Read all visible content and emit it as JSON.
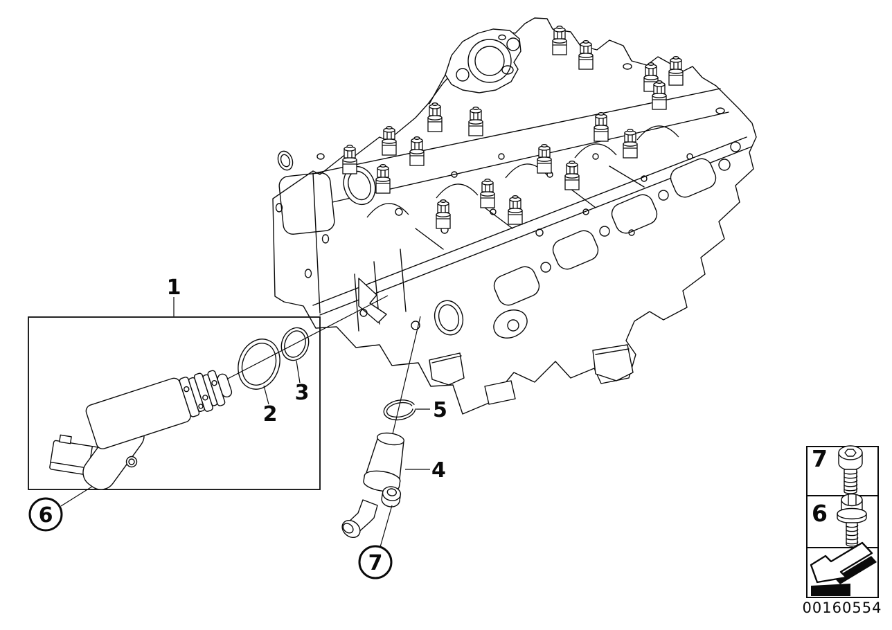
{
  "page": {
    "background_color": "#ffffff",
    "line_color": "#0a0a0a"
  },
  "callouts": {
    "c1": "1",
    "c2": "2",
    "c3": "3",
    "c4": "4",
    "c5": "5",
    "c6": "6",
    "c7": "7"
  },
  "legend": {
    "row_bolt_socket": {
      "label": "7",
      "icon": "socket-head-cap-screw-icon"
    },
    "row_bolt_hex": {
      "label": "6",
      "icon": "hex-flange-bolt-icon"
    },
    "arrow_icon": "installation-direction-arrow-icon",
    "image_code": "00160554"
  }
}
